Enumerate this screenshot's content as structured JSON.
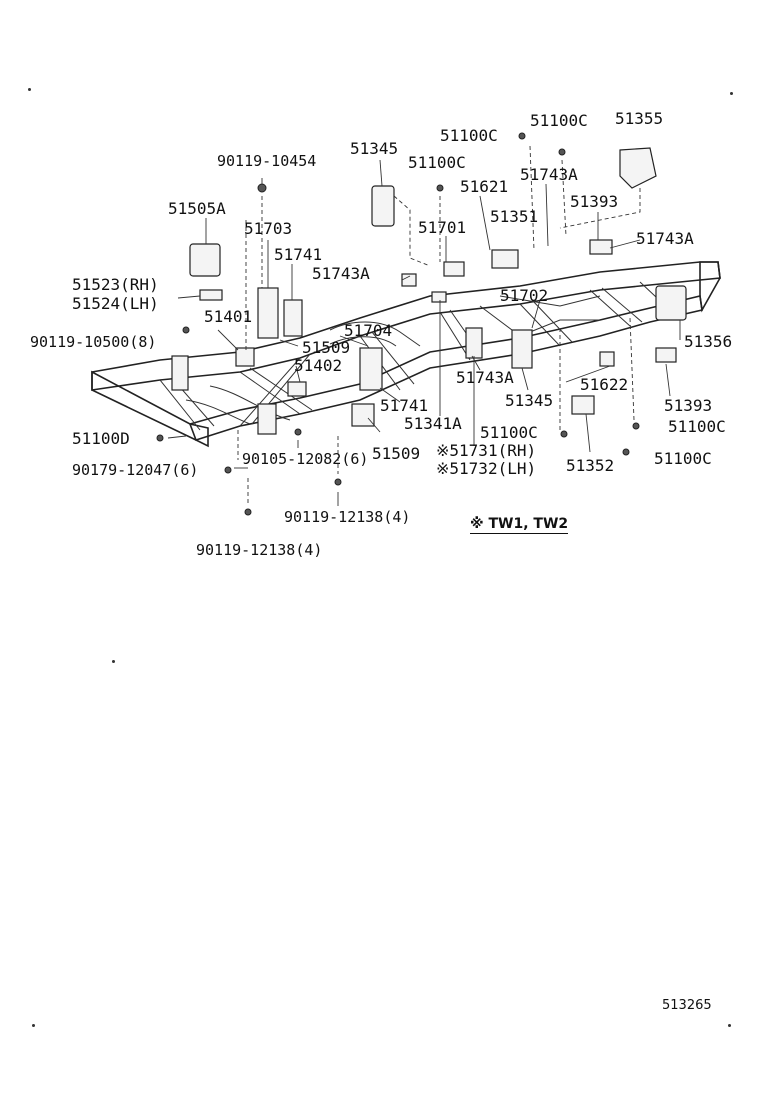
{
  "labels": {
    "l_90119_10454": "90119-10454",
    "l_51345_top": "51345",
    "l_51100c_a": "51100C",
    "l_51100c_b": "51100C",
    "l_51355": "51355",
    "l_51100c_c": "51100C",
    "l_51621": "51621",
    "l_51743a_top": "51743A",
    "l_51505a": "51505A",
    "l_51703": "51703",
    "l_51701": "51701",
    "l_51351": "51351",
    "l_51393_top": "51393",
    "l_51743a_right": "51743A",
    "l_51741_top": "51741",
    "l_51743a_mid": "51743A",
    "l_51523": "51523(RH)",
    "l_51524": "51524(LH)",
    "l_51702": "51702",
    "l_51401": "51401",
    "l_51704": "51704",
    "l_90119_10500": "90119-10500(8)",
    "l_51509_top": "51509",
    "l_51356": "51356",
    "l_51402": "51402",
    "l_51743a_low": "51743A",
    "l_51622": "51622",
    "l_51741_low": "51741",
    "l_51345_low": "51345",
    "l_51393_low": "51393",
    "l_51341a": "51341A",
    "l_51100c_d": "51100C",
    "l_51100c_e": "51100C",
    "l_51100d": "51100D",
    "l_90105_12082": "90105-12082(6)",
    "l_51509_low": "51509",
    "l_51731": "※51731(RH)",
    "l_51352": "51352",
    "l_51100c_f": "51100C",
    "l_90179_12047": "90179-12047(6)",
    "l_51732": "※51732(LH)",
    "l_90119_12138_a": "90119-12138(4)",
    "l_90119_12138_b": "90119-12138(4)"
  },
  "note": "※ TW1, TW2",
  "figure_code": "513265"
}
